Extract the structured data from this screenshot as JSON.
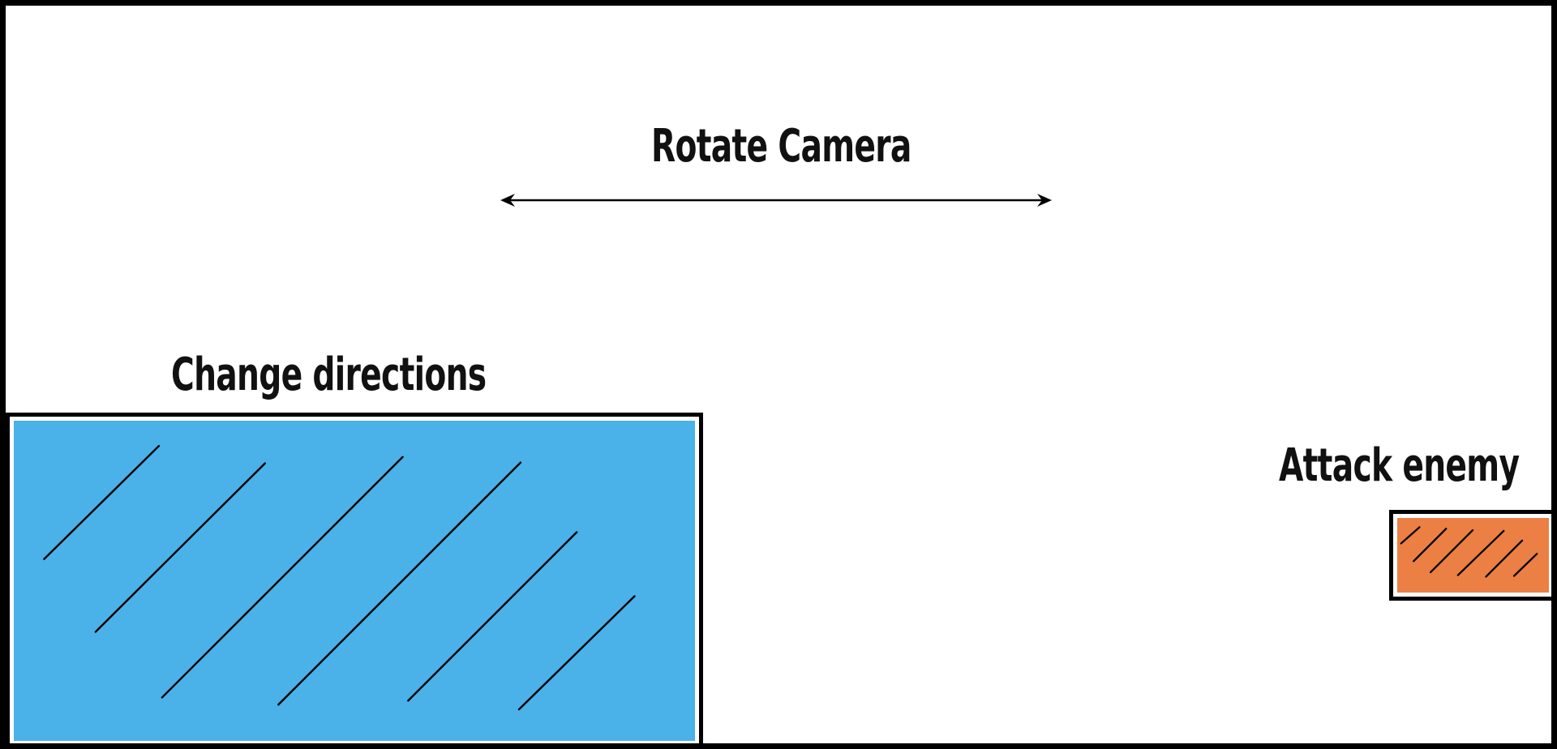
{
  "labels": {
    "rotate_camera": "Rotate Camera",
    "change_directions": "Change directions",
    "attack_enemy": "Attack enemy"
  },
  "colors": {
    "change_zone_fill": "#4AB2E8",
    "attack_zone_fill": "#EC7F44",
    "ink": "#000000",
    "background": "#FFFFFF"
  },
  "icons": {
    "rotate_camera_arrow": "double-headed-horizontal-arrow",
    "zone_hatching": "diagonal-hatch-lines"
  }
}
